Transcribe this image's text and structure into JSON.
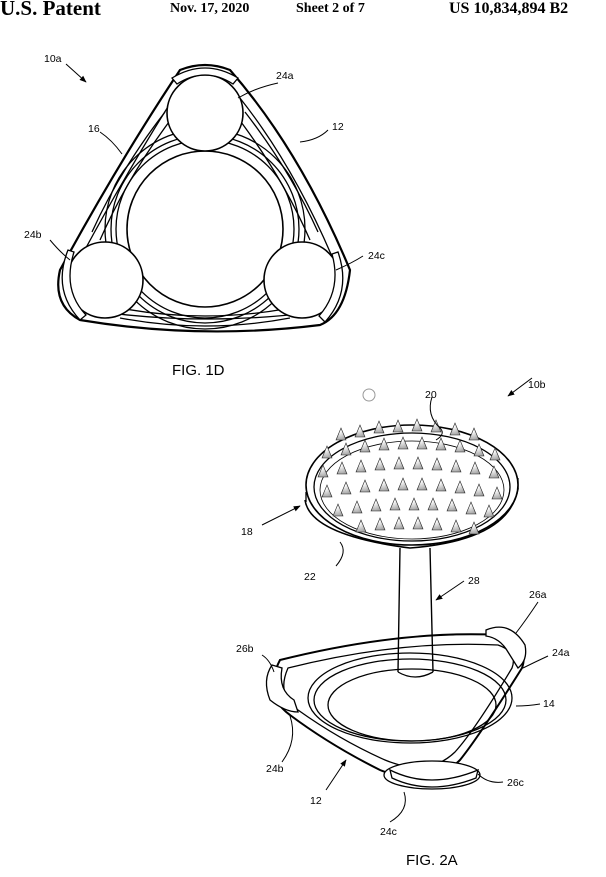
{
  "header": {
    "patent_label": "U.S. Patent",
    "date": "Nov. 17, 2020",
    "sheet": "Sheet 2 of 7",
    "patent_number": "US 10,834,894 B2"
  },
  "figures": [
    {
      "caption": "FIG. 1D",
      "reference_labels": {
        "assembly": "10a",
        "base": "12",
        "ring": "16",
        "foot_a": "24a",
        "foot_b": "24b",
        "foot_c": "24c"
      }
    },
    {
      "caption": "FIG. 2A",
      "reference_labels": {
        "assembly": "10b",
        "top_surface": "20",
        "head": "18",
        "head_rim": "22",
        "stem": "28",
        "cap_a": "26a",
        "cap_b": "26b",
        "cap_c": "26c",
        "foot_a": "24a",
        "foot_b": "24b",
        "foot_c": "24c",
        "base": "12",
        "bowl": "14"
      }
    }
  ]
}
